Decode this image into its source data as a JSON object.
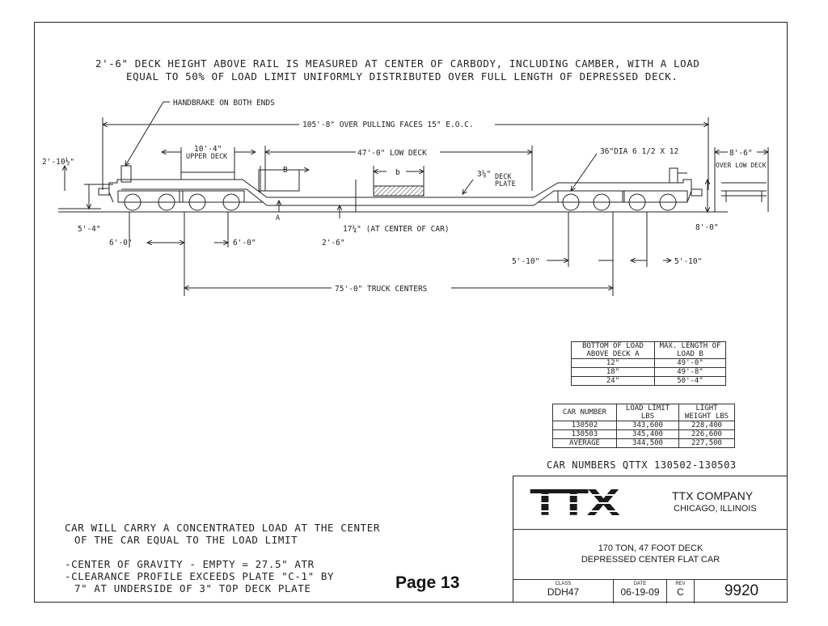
{
  "notes": {
    "top_line1": "2'-6\" DECK HEIGHT ABOVE RAIL IS MEASURED AT CENTER OF CARBODY, INCLUDING CAMBER, WITH A LOAD",
    "top_line2": "EQUAL TO 50% OF LOAD LIMIT UNIFORMLY DISTRIBUTED OVER FULL LENGTH OF DEPRESSED DECK.",
    "concentrated_line1": "CAR WILL CARRY A CONCENTRATED LOAD AT THE CENTER",
    "concentrated_line2": "OF THE CAR EQUAL TO THE LOAD LIMIT",
    "cog": "-CENTER OF GRAVITY - EMPTY = 27.5\" ATR",
    "clearance_line1": "-CLEARANCE PROFILE EXCEEDS PLATE \"C-1\" BY",
    "clearance_line2": "7\" AT UNDERSIDE OF 3\" TOP DECK PLATE"
  },
  "labels": {
    "handbrake": "HANDBRAKE ON BOTH ENDS",
    "over_pulling": "105'-8\" OVER PULLING FACES 15\" E.O.C.",
    "end_height": "2'-10½\"",
    "upper_deck_dim": "10'-4\"",
    "upper_deck": "UPPER DECK",
    "low_deck": "47'-0\" LOW DECK",
    "b_marker": "B",
    "b_small": "b",
    "a_marker": "A",
    "wheel_dia": "36\"DIA 6 1/2 X 12",
    "deck_plate_thk": "3⅛\"",
    "deck_plate_1": "DECK",
    "deck_plate_2": "PLATE",
    "over_low_deck_dim": "8'-6\"",
    "over_low_deck": "OVER LOW DECK",
    "left_height": "5'-4\"",
    "center_height": "17¼\" (AT CENTER OF CAR)",
    "right_height": "8'-0\"",
    "deck_height": "2'-6\"",
    "axle_left_1": "6'-0\"",
    "axle_left_2": "6'-0\"",
    "axle_right_1": "5'-10\"",
    "axle_right_2": "5'-10\"",
    "truck_centers": "75'-0\" TRUCK CENTERS"
  },
  "load_table": {
    "headers": [
      "BOTTOM OF LOAD ABOVE DECK A",
      "MAX. LENGTH OF LOAD B"
    ],
    "rows": [
      [
        "12\"",
        "49'-0\""
      ],
      [
        "18\"",
        "49'-8\""
      ],
      [
        "24\"",
        "50'-4\""
      ]
    ]
  },
  "car_table": {
    "headers": [
      "CAR NUMBER",
      "LOAD LIMIT LBS",
      "LIGHT WEIGHT LBS"
    ],
    "rows": [
      [
        "130502",
        "343,600",
        "228,400"
      ],
      [
        "130503",
        "345,400",
        "226,600"
      ],
      [
        "AVERAGE",
        "344,500",
        "227,500"
      ]
    ]
  },
  "car_numbers": "CAR NUMBERS QTTX 130502-130503",
  "title_block": {
    "logo": "TTX",
    "company": "TTX COMPANY",
    "city": "CHICAGO, ILLINOIS",
    "desc1": "170 TON, 47 FOOT DECK",
    "desc2": "DEPRESSED CENTER FLAT CAR",
    "class_label": "CLASS",
    "class_value": "DDH47",
    "date_label": "DATE",
    "date_value": "06-19-09",
    "rev_label": "REV",
    "rev_value": "C",
    "drawing_no": "9920"
  },
  "page_label": "Page 13"
}
